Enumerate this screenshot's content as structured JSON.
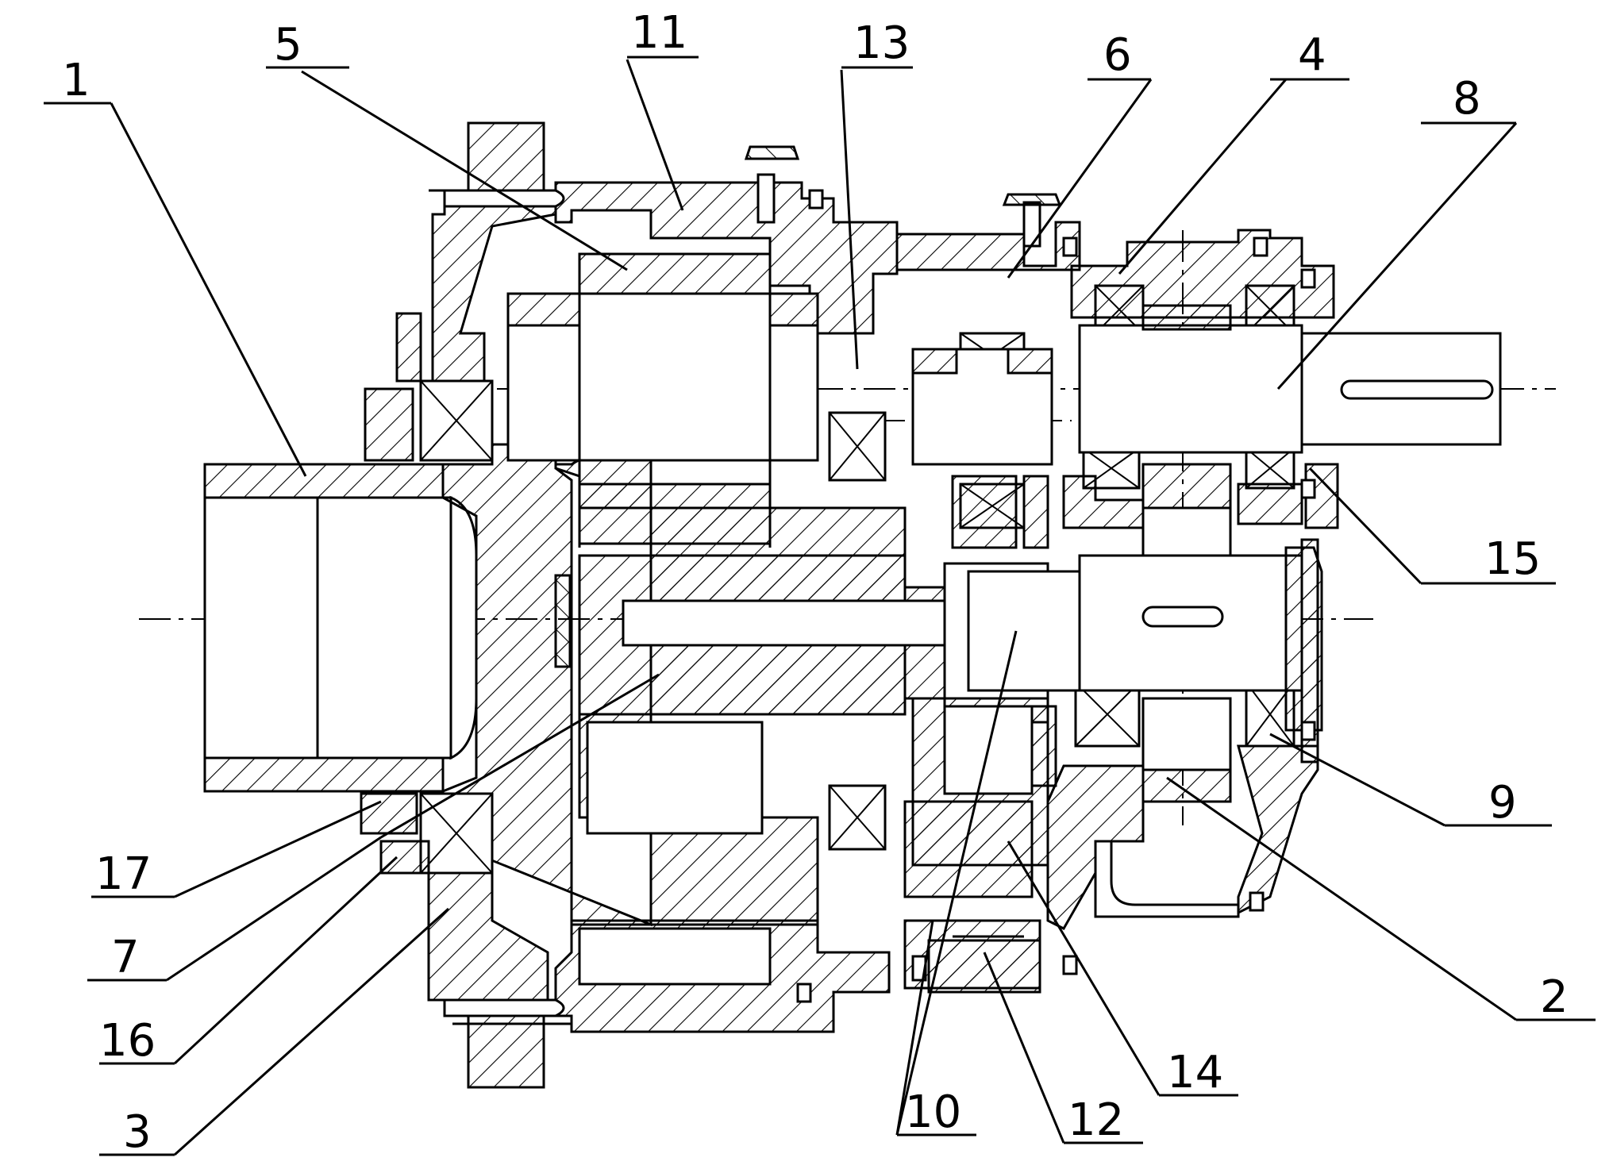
{
  "figure": {
    "callouts": [
      {
        "id": "c1",
        "label": "1"
      },
      {
        "id": "c2",
        "label": "2"
      },
      {
        "id": "c3",
        "label": "3"
      },
      {
        "id": "c4",
        "label": "4"
      },
      {
        "id": "c5",
        "label": "5"
      },
      {
        "id": "c6",
        "label": "6"
      },
      {
        "id": "c7",
        "label": "7"
      },
      {
        "id": "c8",
        "label": "8"
      },
      {
        "id": "c9",
        "label": "9"
      },
      {
        "id": "c10",
        "label": "10"
      },
      {
        "id": "c11",
        "label": "11"
      },
      {
        "id": "c12",
        "label": "12"
      },
      {
        "id": "c13",
        "label": "13"
      },
      {
        "id": "c14",
        "label": "14"
      },
      {
        "id": "c15",
        "label": "15"
      },
      {
        "id": "c16",
        "label": "16"
      },
      {
        "id": "c17",
        "label": "17"
      }
    ]
  },
  "colors": {
    "ink": "#000000",
    "paper": "#ffffff"
  }
}
